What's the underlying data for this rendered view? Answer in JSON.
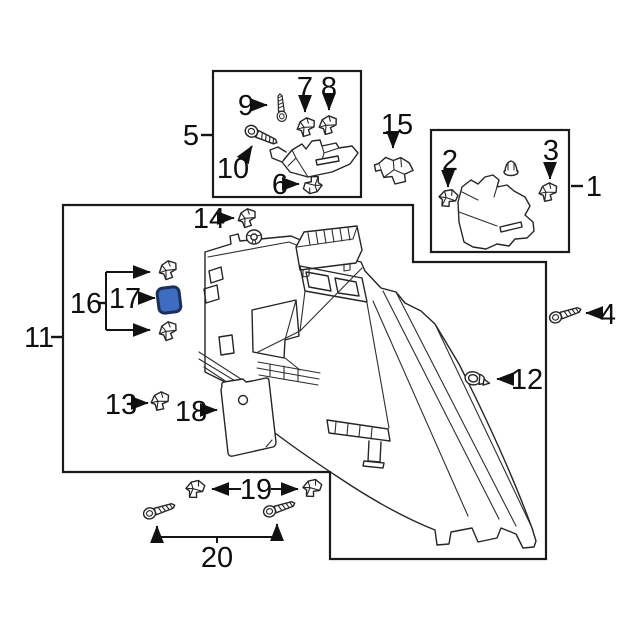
{
  "diagram": {
    "type": "exploded-parts-diagram",
    "highlighted_part": "17",
    "labels": {
      "p1": "1",
      "p2": "2",
      "p3": "3",
      "p4": "4",
      "p5": "5",
      "p6": "6",
      "p7": "7",
      "p8": "8",
      "p9": "9",
      "p10": "10",
      "p11": "11",
      "p12": "12",
      "p13": "13",
      "p14": "14",
      "p15": "15",
      "p16": "16",
      "p17": "17",
      "p18": "18",
      "p19": "19",
      "p20": "20"
    },
    "colors": {
      "background": "#ffffff",
      "line": "#1a1a1a",
      "highlight_fill": "#3e6cc0",
      "highlight_stroke": "#1c2f58"
    },
    "icons": {
      "clip-icon": "trapezoid retainer clip glyph",
      "screw-icon": "washer-head screw glyph",
      "bolt-icon": "hex flange bolt glyph",
      "push-pin-icon": "push pin rivet glyph",
      "nut-icon": "push nut glyph",
      "grommet-icon": "mushroom grommet glyph",
      "bracket-icon": "small mounting bracket glyph",
      "trim-strip-icon": "upper trim strip line art",
      "c-pillar-trim-icon": "rear pillar trim line art",
      "quarter-trim-panel-icon": "large quarter trim panel line art",
      "access-cover-icon": "flat access cover line art",
      "highlight-plug-icon": "blue highlighted square plug"
    }
  }
}
